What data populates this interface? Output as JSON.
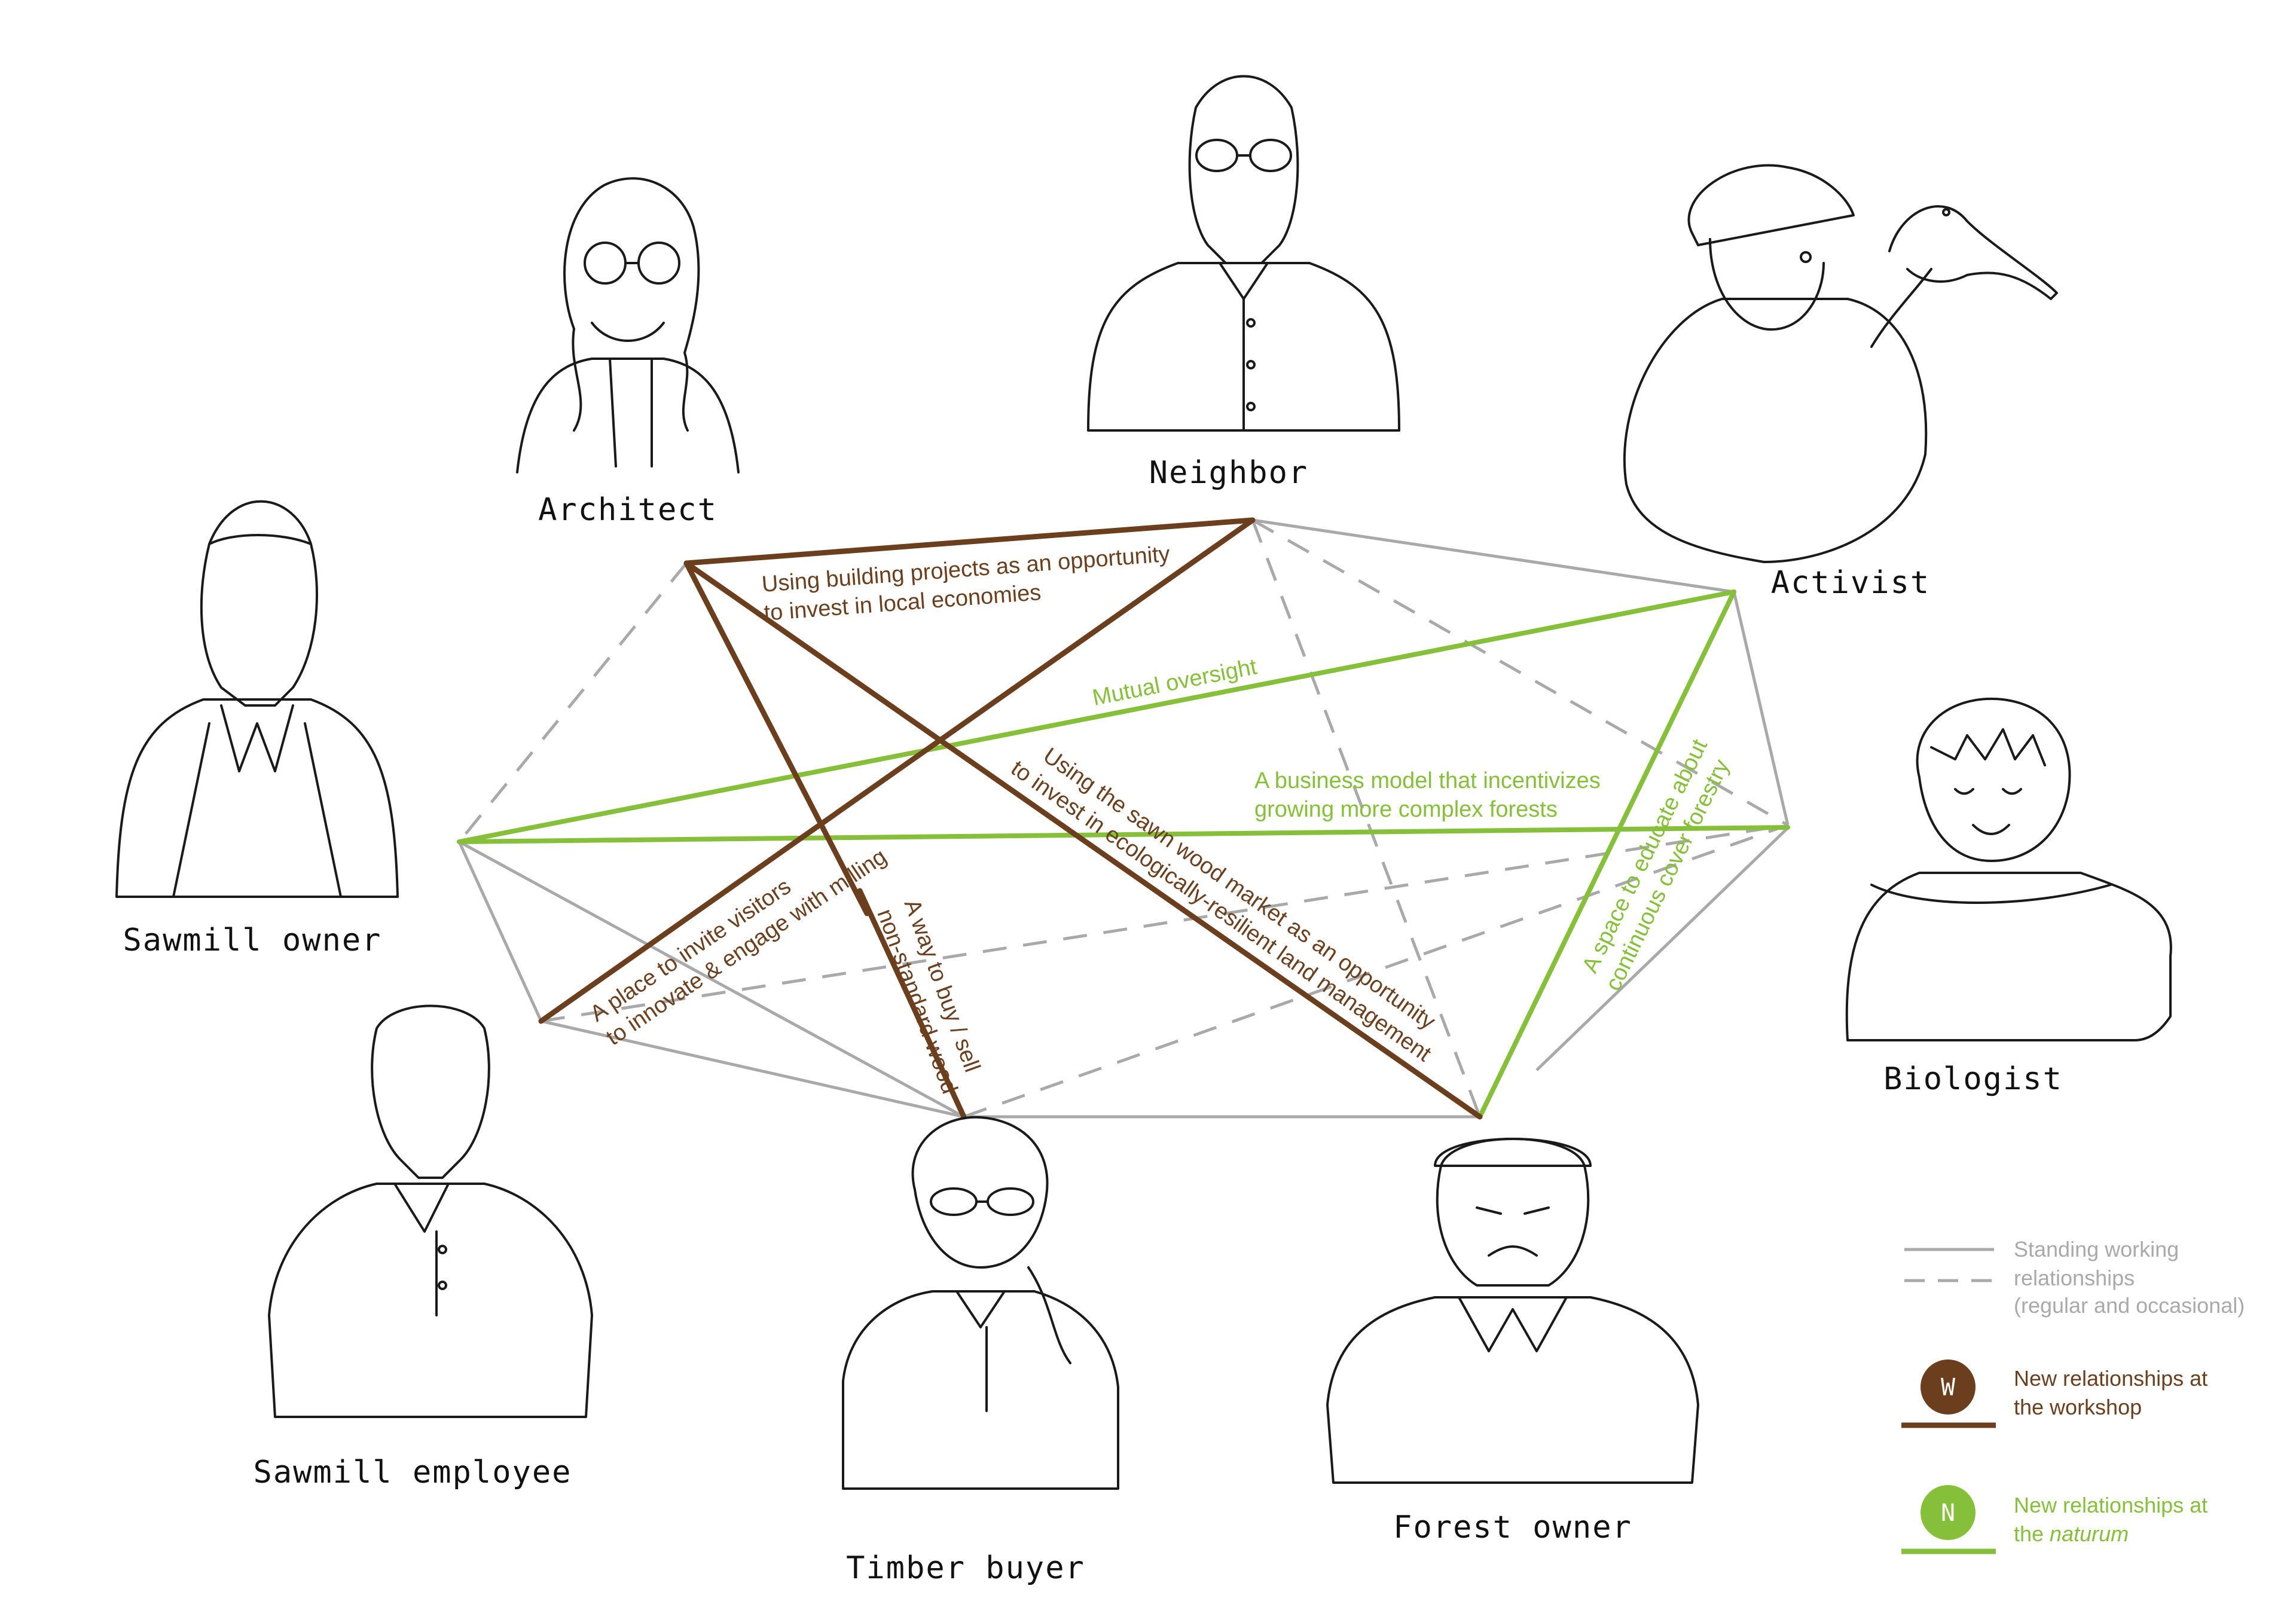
{
  "colors": {
    "standing": "#a9a9a9",
    "workshop": "#6b3f1d",
    "naturum": "#86bf3a",
    "ink": "#1a1a1a"
  },
  "roles": {
    "architect": "Architect",
    "neighbor": "Neighbor",
    "activist": "Activist",
    "sawmill_owner": "Sawmill owner",
    "biologist": "Biologist",
    "sawmill_employee": "Sawmill employee",
    "timber_buyer": "Timber buyer",
    "forest_owner": "Forest owner"
  },
  "relationships": {
    "building_projects": [
      "Using building projects as an opportunity",
      "to invest in local economies"
    ],
    "mutual_oversight": "Mutual oversight",
    "business_model": [
      "A business model that incentivizes",
      "growing more complex forests"
    ],
    "sawn_wood_market": [
      "Using the sawn wood market as an opportunity",
      "to invest in ecologically-resilient land management"
    ],
    "educate_space": [
      "A space to educate about",
      "continuous cover forestry"
    ],
    "invite_visitors": [
      "A place to invite visitors",
      "to innovate & engage with milling"
    ],
    "buy_sell_wood": [
      "A way to buy / sell",
      "non-standard wood"
    ]
  },
  "legend": {
    "standing": [
      "Standing working",
      "relationships",
      "(regular and occasional)"
    ],
    "workshop_badge": "W",
    "workshop": [
      "New relationships at",
      "the workshop"
    ],
    "naturum_badge": "N",
    "naturum_line1": "New relationships at",
    "naturum_line2_prefix": "the ",
    "naturum_line2_em": "naturum"
  }
}
